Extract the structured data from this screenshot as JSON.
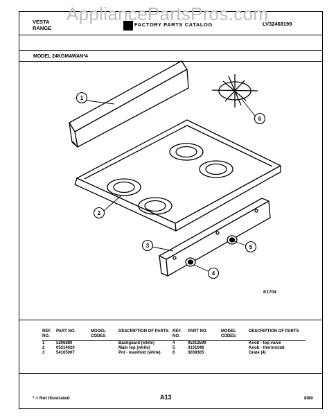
{
  "watermark": "AppliancePartsPros.com",
  "header": {
    "brand": "VESTA",
    "product": "RANGE",
    "catalog_title": "FACTORY PARTS CATALOG",
    "catalog_number": "LV32468199"
  },
  "model_label": "MODEL 24KGMAWAN*4",
  "diagram": {
    "callouts": [
      "1",
      "2",
      "3",
      "4",
      "5",
      "6"
    ],
    "figure_code": "E1704"
  },
  "table": {
    "headers": {
      "ref_no": "REF. NO.",
      "part_no": "PART NO.",
      "model_codes": "MODEL CODES",
      "description": "DESCRIPTION OF PARTS"
    },
    "left": [
      {
        "ref": "1",
        "part": "5206880",
        "codes": "",
        "desc": "Backguard (white)"
      },
      {
        "ref": "2",
        "part": "05314020",
        "codes": "",
        "desc": "Main top (white)"
      },
      {
        "ref": "3",
        "part": "54165007",
        "codes": "",
        "desc": "Pnl - manifold (white)"
      }
    ],
    "right": [
      {
        "ref": "4",
        "part": "05313599",
        "codes": "",
        "desc": "Knob - top valve"
      },
      {
        "ref": "5",
        "part": "3131048",
        "codes": "",
        "desc": "Knob - thermostat"
      },
      {
        "ref": "6",
        "part": "3039305",
        "codes": "",
        "desc": "Grate (4)"
      }
    ]
  },
  "footer": {
    "note": "* = Not Illustrated",
    "page": "A13",
    "date": "8/89"
  }
}
